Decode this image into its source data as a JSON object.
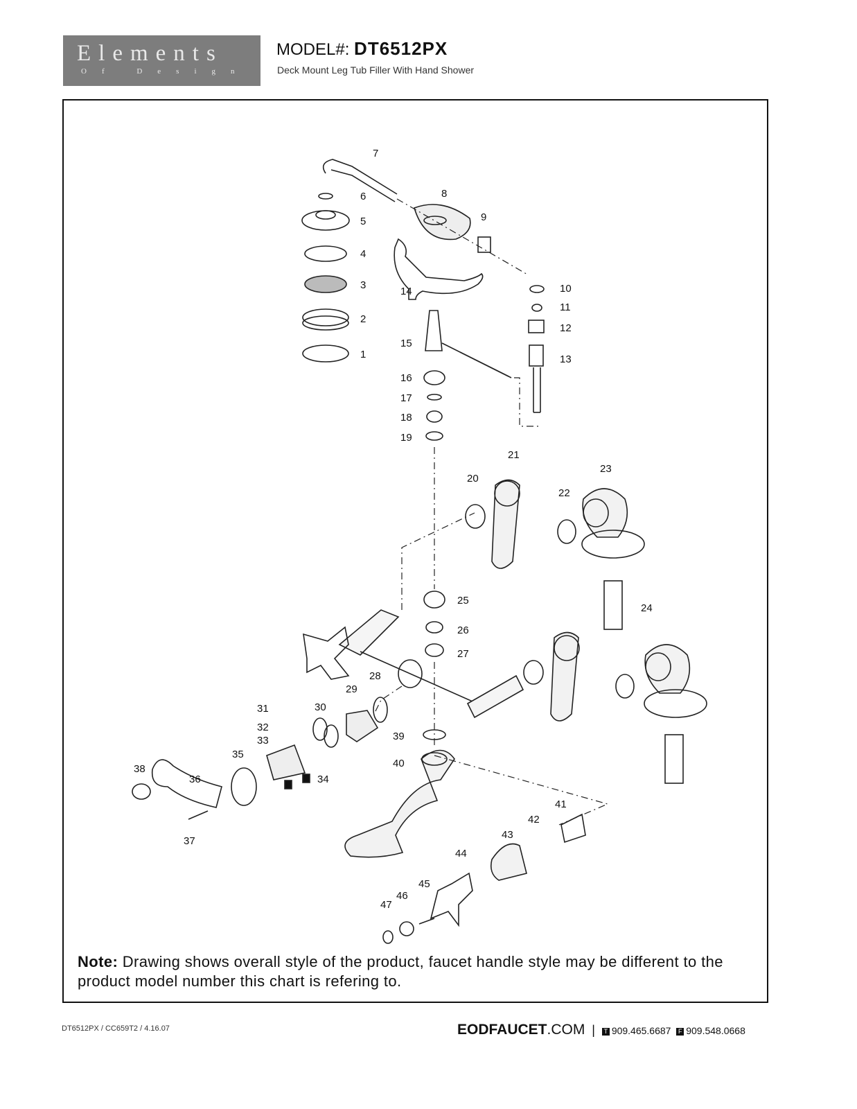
{
  "logo": {
    "main": "Elements",
    "sub": "Of Design"
  },
  "header": {
    "model_label": "MODEL#:",
    "model_number": "DT6512PX",
    "subtitle": "Deck Mount Leg Tub Filler With Hand Shower"
  },
  "diagram": {
    "callouts": [
      "1",
      "2",
      "3",
      "4",
      "5",
      "6",
      "7",
      "8",
      "9",
      "10",
      "11",
      "12",
      "13",
      "14",
      "15",
      "16",
      "17",
      "18",
      "19",
      "20",
      "21",
      "22",
      "23",
      "24",
      "25",
      "26",
      "27",
      "28",
      "29",
      "30",
      "31",
      "32",
      "33",
      "34",
      "35",
      "36",
      "37",
      "38",
      "39",
      "40",
      "41",
      "42",
      "43",
      "44",
      "45",
      "46",
      "47"
    ]
  },
  "note": {
    "label": "Note:",
    "text": "Drawing shows overall style of the product, faucet handle style may be different to the product model number this chart is refering to."
  },
  "footer": {
    "doc_code": "DT6512PX / CC659T2 / 4.16.07",
    "site_bold": "EODFAUCET",
    "site_tld": ".COM",
    "sep": "|",
    "phone_icon": "T",
    "phone": "909.465.6687",
    "fax_icon": "F",
    "fax": "909.548.0668"
  }
}
